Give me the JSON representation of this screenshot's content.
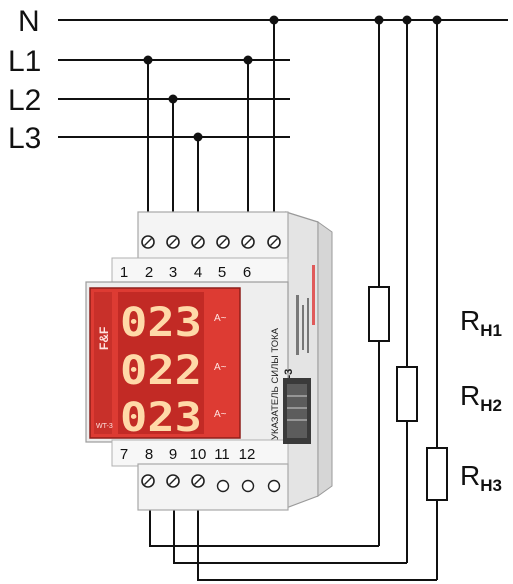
{
  "lines": {
    "n": "N",
    "l1": "L1",
    "l2": "L2",
    "l3": "L3"
  },
  "terminals_top": [
    "1",
    "2",
    "3",
    "4",
    "5",
    "6"
  ],
  "terminals_bottom": [
    "7",
    "8",
    "9",
    "10",
    "11",
    "12"
  ],
  "display": {
    "brand": "F&F",
    "model_small": "WT-3",
    "unit": "A~",
    "readings": [
      "023",
      "022",
      "023"
    ]
  },
  "side_label": {
    "title": "УКАЗАТЕЛЬ СИЛЫ ТОКА",
    "model": "WT-3"
  },
  "loads": [
    {
      "main": "R",
      "sub": "H1"
    },
    {
      "main": "R",
      "sub": "H2"
    },
    {
      "main": "R",
      "sub": "H3"
    }
  ],
  "colors": {
    "line": "#111111",
    "display_red": "#e8423a",
    "display_dark": "#c22a25",
    "housing": "#f2f2f2"
  }
}
